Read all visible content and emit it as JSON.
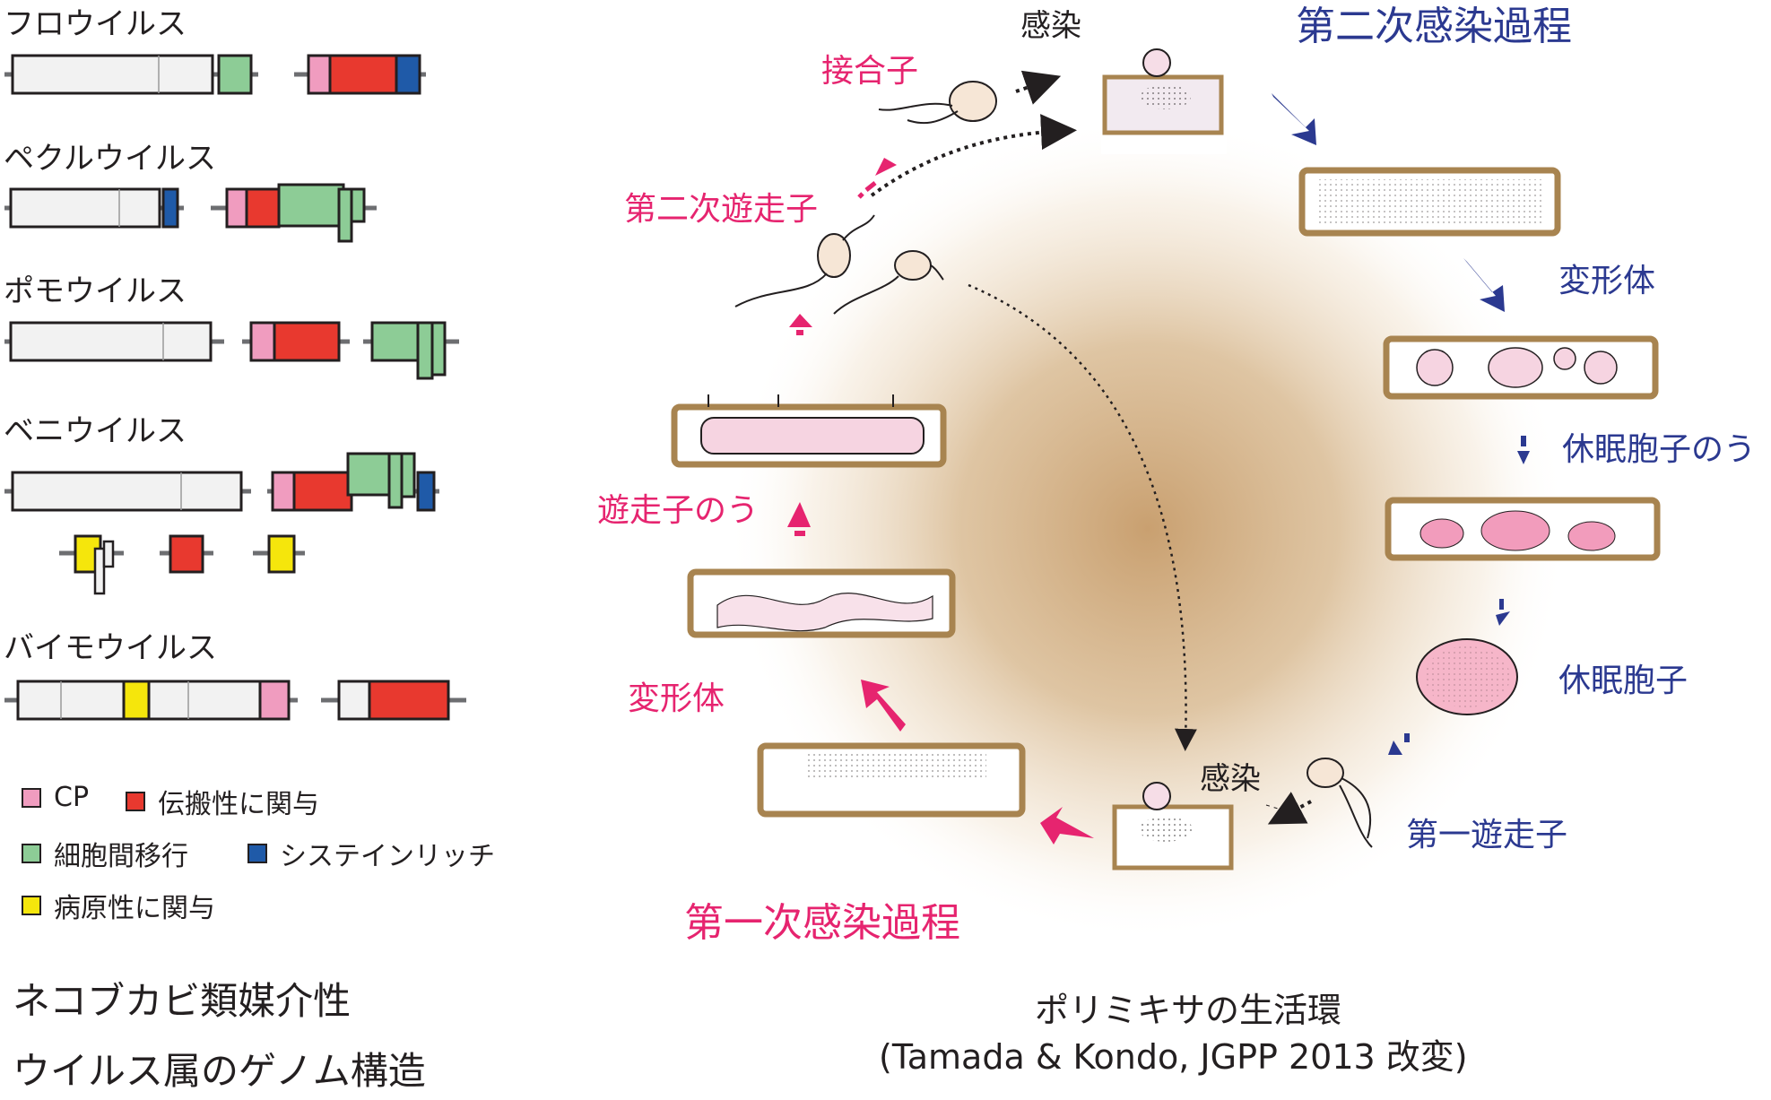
{
  "colors": {
    "cp": "#f09cbf",
    "vector": "#e8392f",
    "movement": "#8dcc96",
    "cys": "#1f5aa8",
    "pathogen": "#f5e60c",
    "primary_pink": "#e6246f",
    "secondary_blue": "#2b3990",
    "cell_wall": "#a88450"
  },
  "genomes": {
    "genera": [
      {
        "name": "フロウイルス"
      },
      {
        "name": "ペクルウイルス"
      },
      {
        "name": "ポモウイルス"
      },
      {
        "name": "ベニウイルス"
      },
      {
        "name": "バイモウイルス"
      }
    ],
    "legend": [
      {
        "key": "cp",
        "label": "CP"
      },
      {
        "key": "vector",
        "label": "伝搬性に関与"
      },
      {
        "key": "movement",
        "label": "細胞間移行"
      },
      {
        "key": "cys",
        "label": "システインリッチ"
      },
      {
        "key": "pathogen",
        "label": "病原性に関与"
      }
    ],
    "caption_line1": "ネコブカビ類媒介性",
    "caption_line2": "ウイルス属のゲノム構造"
  },
  "lifecycle": {
    "secondary_title": "第二次感染過程",
    "primary_title": "第一次感染過程",
    "infection_top": "感染",
    "infection_bottom": "感染",
    "zygote": "接合子",
    "secondary_zoospore": "第二次遊走子",
    "zoosporangium": "遊走子のう",
    "plasmodium_left": "変形体",
    "plasmodium_right": "変形体",
    "resting_sporangium": "休眠胞子のう",
    "resting_spore": "休眠胞子",
    "primary_zoospore": "第一遊走子",
    "caption_line1": "ポリミキサの生活環",
    "caption_line2": "(Tamada & Kondo, JGPP 2013 改変)"
  }
}
